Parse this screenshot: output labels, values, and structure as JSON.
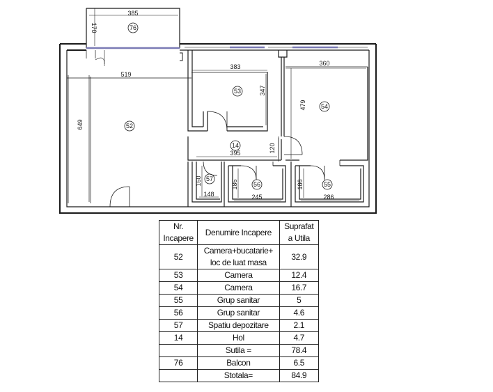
{
  "dimensions": {
    "balcony_width": "385",
    "balcony_depth": "170",
    "room52_width": "519",
    "room52_height": "649",
    "room53_width": "383",
    "room53_height": "347",
    "room54_width": "360",
    "room54_height": "479",
    "hall_width": "395",
    "hall_height": "120",
    "room57_width": "148",
    "room57_height": "160",
    "room56_width": "245",
    "room56_height": "186",
    "room55_width": "286",
    "room55_height": "186"
  },
  "plan_labels": {
    "balcony": "76",
    "room52": "52",
    "room53": "53",
    "room54": "54",
    "hall": "14",
    "room57": "57",
    "room56": "56",
    "room55": "55"
  },
  "table": {
    "headers": {
      "nr_line1": "Nr.",
      "nr_line2": "Incapere",
      "name": "Denumire Incapere",
      "area_line1": "Suprafat",
      "area_line2": "a Utila"
    },
    "rows": [
      {
        "nr": "52",
        "name_line1": "Camera+bucatarie+",
        "name_line2": "loc de luat masa",
        "area": "32.9"
      },
      {
        "nr": "53",
        "name": "Camera",
        "area": "12.4"
      },
      {
        "nr": "54",
        "name": "Camera",
        "area": "16.7"
      },
      {
        "nr": "55",
        "name": "Grup sanitar",
        "area": "5"
      },
      {
        "nr": "56",
        "name": "Grup sanitar",
        "area": "4.6"
      },
      {
        "nr": "57",
        "name": "Spatiu depozitare",
        "area": "2.1"
      },
      {
        "nr": "14",
        "name": "Hol",
        "area": "4.7"
      }
    ],
    "sutila_label": "Sutila =",
    "sutila_value": "78.4",
    "balcony_row": {
      "nr": "76",
      "name": "Balcon",
      "area": "6.5"
    },
    "stotala_label": "Stotala=",
    "stotala_value": "84.9"
  }
}
